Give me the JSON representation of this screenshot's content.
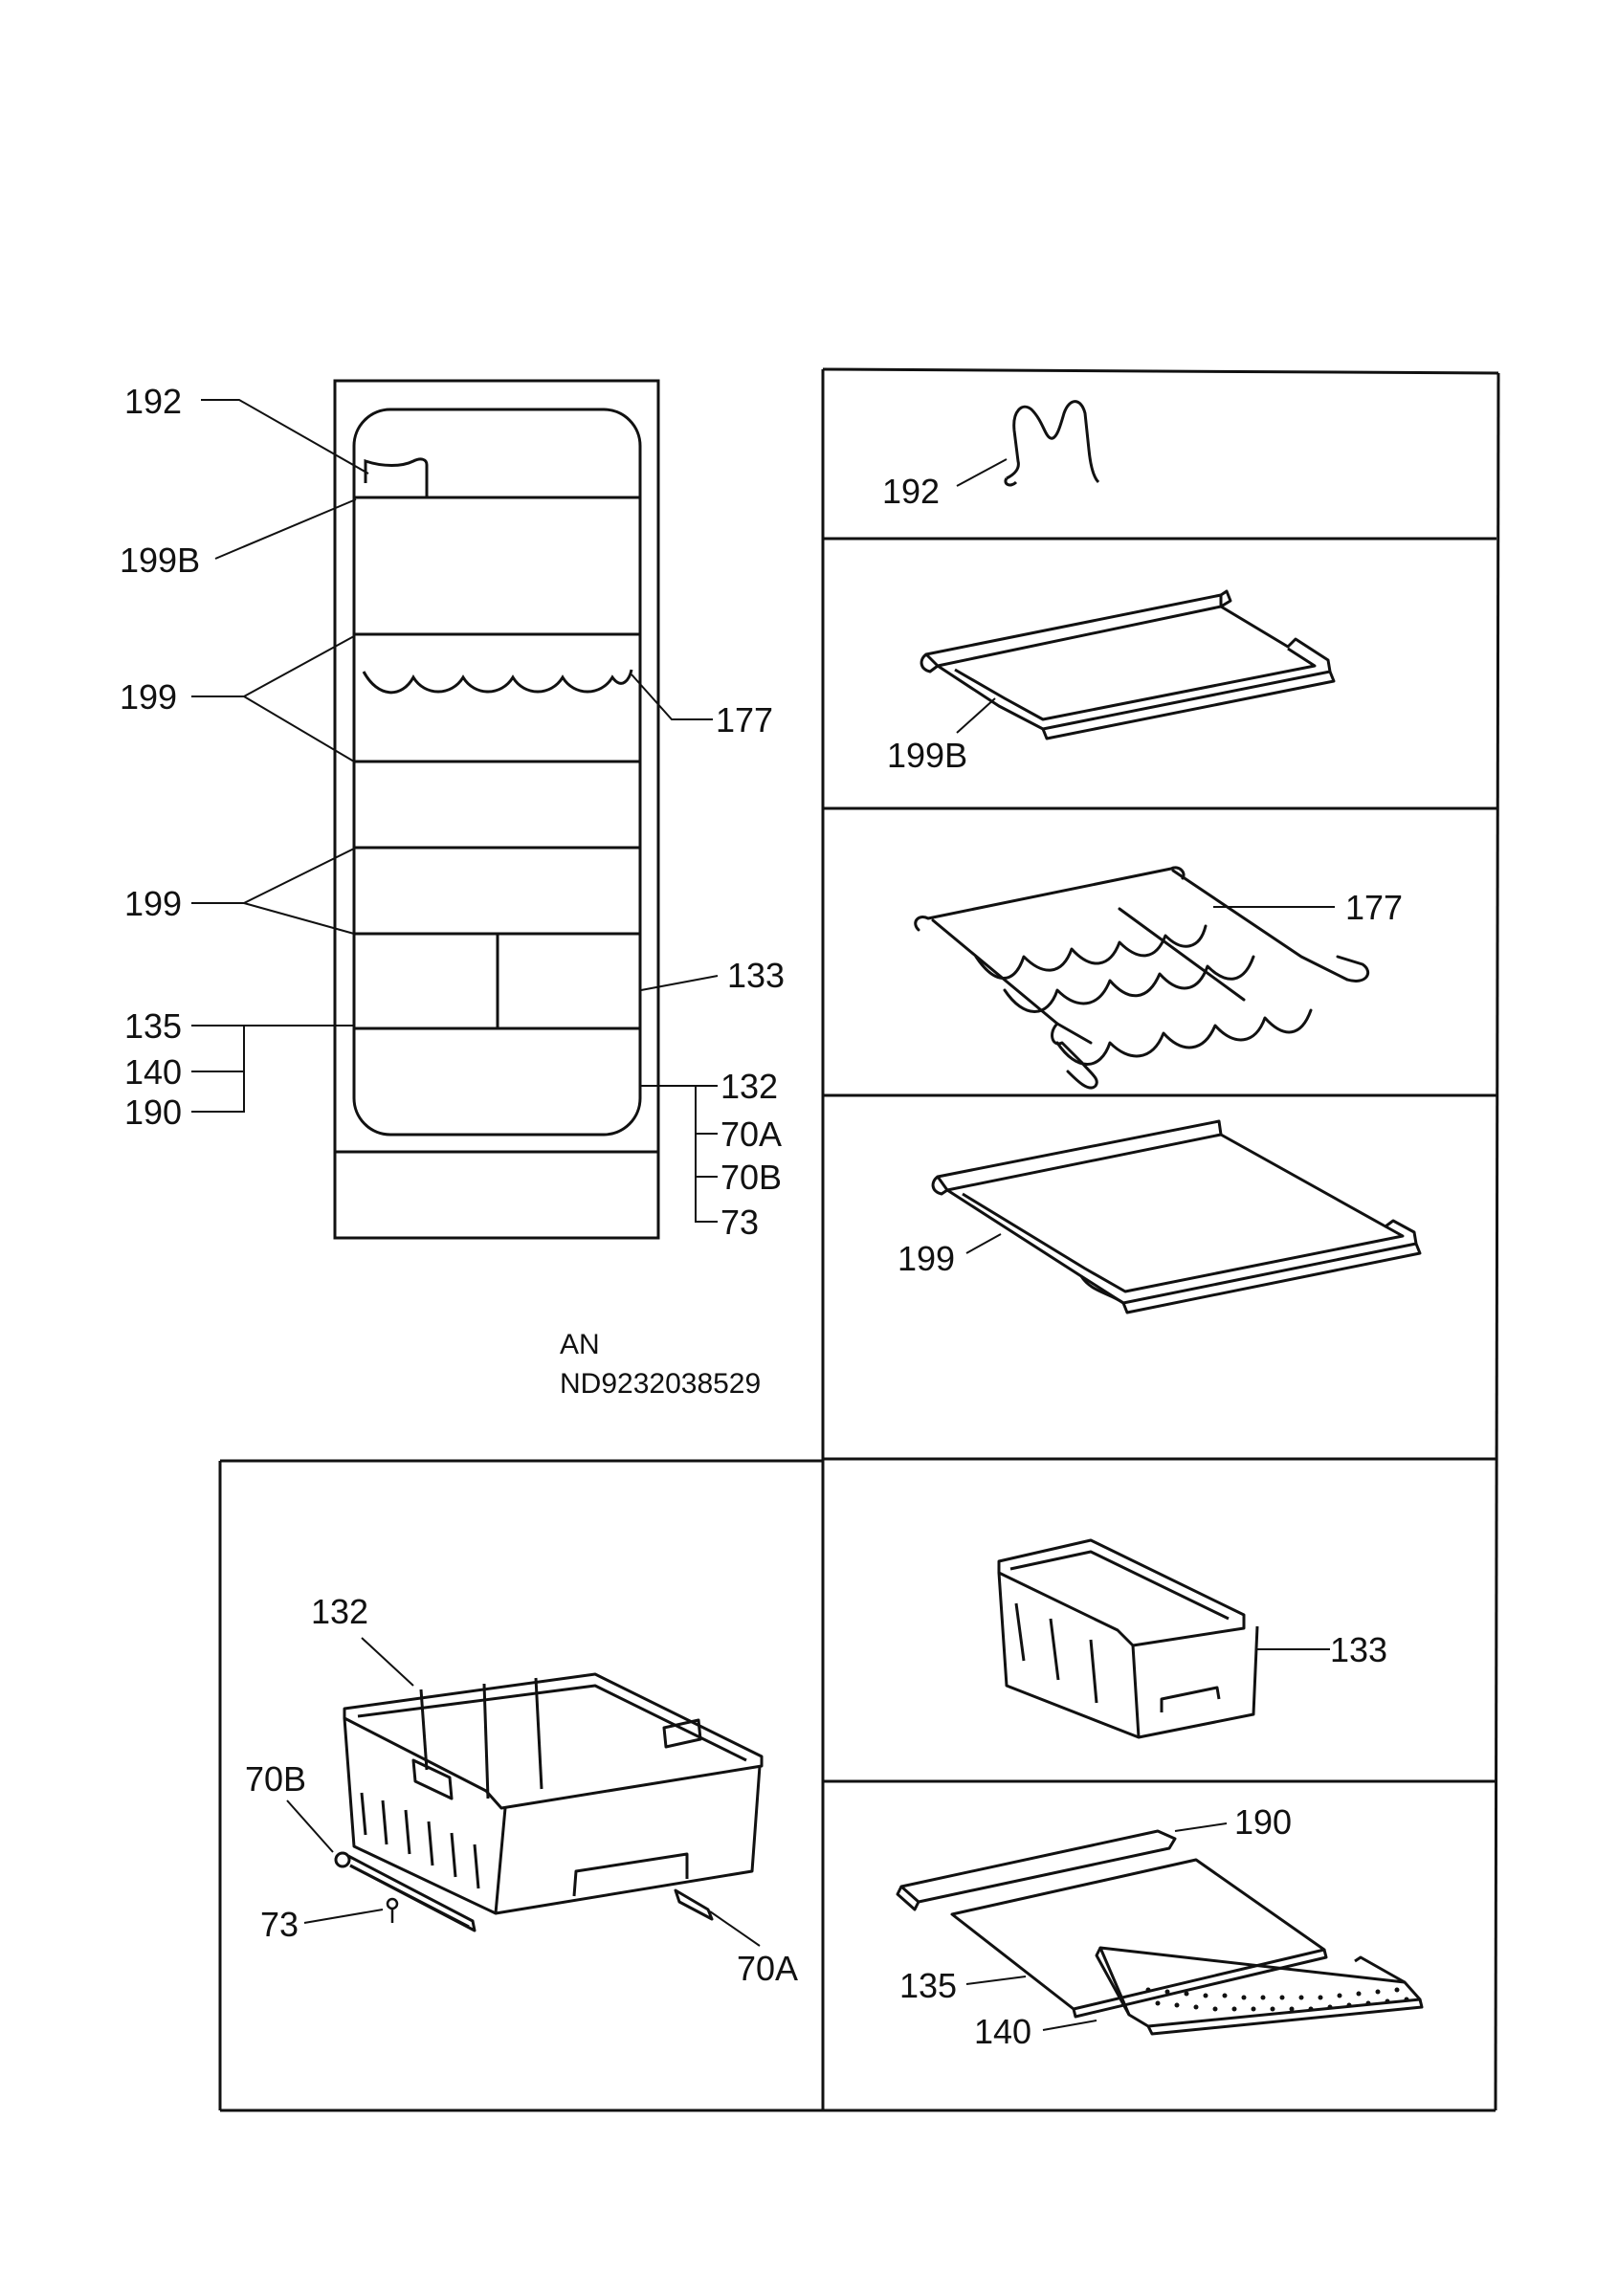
{
  "overview_labels": {
    "p192": "192",
    "p199b": "199B",
    "p199_upper": "199",
    "p177": "177",
    "p199_lower": "199",
    "p133": "133",
    "p135": "135",
    "p140": "140",
    "p190": "190",
    "p132": "132",
    "p70a": "70A",
    "p70b": "70B",
    "p73": "73"
  },
  "model_code": {
    "line1": "AN",
    "line2": "ND9232038529"
  },
  "detail_labels": {
    "d192": "192",
    "d199b": "199B",
    "d177": "177",
    "d199": "199",
    "d133": "133",
    "d190": "190",
    "d135": "135",
    "d140": "140",
    "d132": "132",
    "d70b": "70B",
    "d73": "73",
    "d70a": "70A"
  },
  "colors": {
    "line": "#111111",
    "background": "#ffffff"
  }
}
